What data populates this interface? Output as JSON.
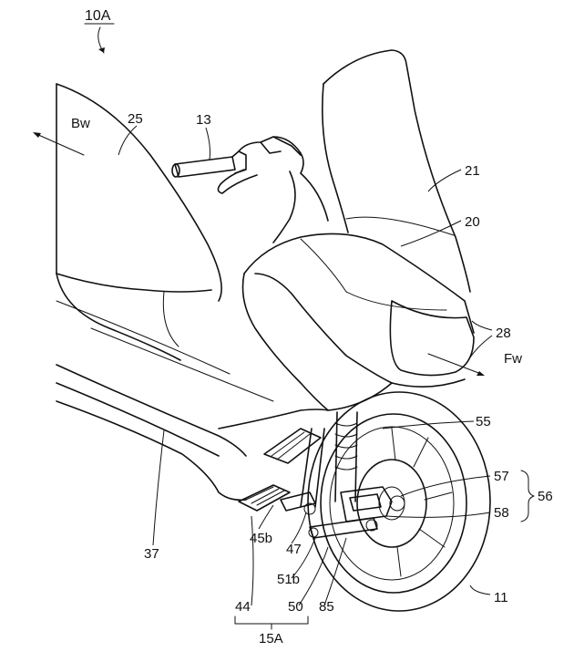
{
  "figure": {
    "title": "10A",
    "labels": {
      "bw": "Bw",
      "fw": "Fw",
      "l11": "11",
      "l13": "13",
      "l15a": "15A",
      "l20": "20",
      "l21": "21",
      "l25": "25",
      "l28": "28",
      "l37": "37",
      "l44": "44",
      "l45b": "45b",
      "l47": "47",
      "l50": "50",
      "l51b": "51b",
      "l55": "55",
      "l56": "56",
      "l57": "57",
      "l58": "58",
      "l85": "85"
    }
  }
}
